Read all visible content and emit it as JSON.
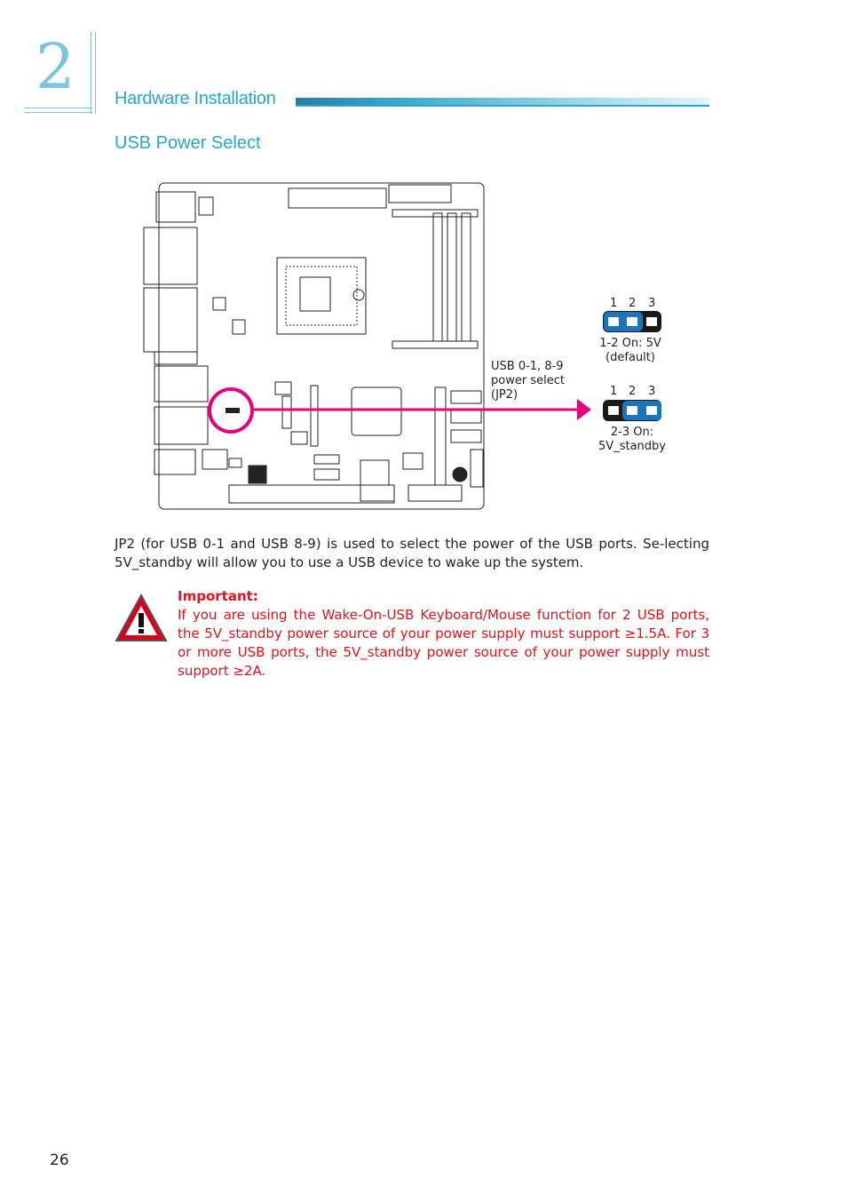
{
  "chapter": {
    "number": "2"
  },
  "section": {
    "title": "Hardware Installation"
  },
  "subsection": {
    "title": "USB Power Select"
  },
  "diagram": {
    "callout_label": [
      "USB 0-1, 8-9",
      "power select",
      "(JP2)"
    ],
    "jumper_settings": [
      {
        "pins": [
          "1",
          "2",
          "3"
        ],
        "caption": [
          "1-2 On: 5V",
          "(default)"
        ]
      },
      {
        "pins": [
          "1",
          "2",
          "3"
        ],
        "caption": [
          "2-3 On:",
          "5V_standby"
        ]
      }
    ],
    "colors": {
      "accent": "#e6007e",
      "jumper_blue": "#1b75bb",
      "jumper_dark": "#1a1a1a"
    }
  },
  "body": {
    "paragraph": "JP2 (for USB 0-1 and USB 8-9) is used to select the power of the USB ports. Se-lecting 5V_standby will allow you to use a USB device to wake up the system."
  },
  "important": {
    "heading": "Important:",
    "text": "If you are using the Wake-On-USB Keyboard/Mouse function for 2 USB ports, the 5V_standby power source of your power supply must support ≥1.5A. For 3 or more USB ports, the 5V_standby power source of your power supply must support ≥2A."
  },
  "footer": {
    "page_number": "26"
  }
}
